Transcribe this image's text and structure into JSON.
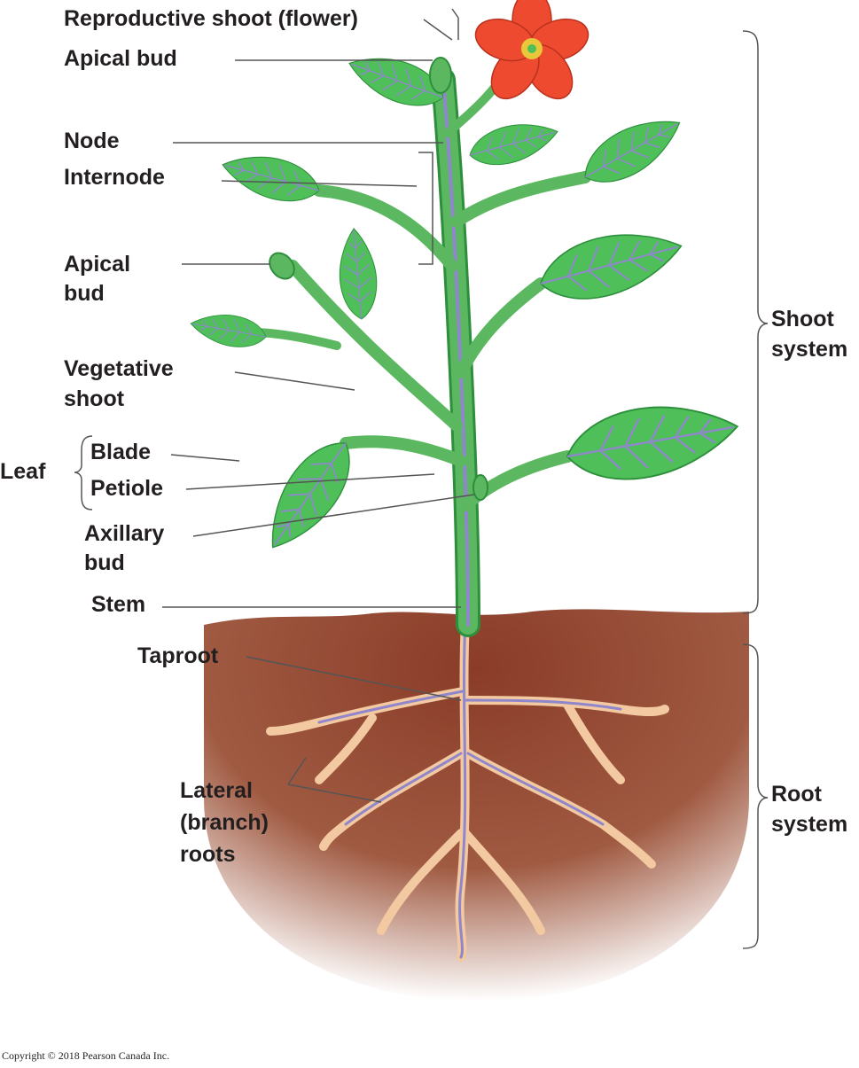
{
  "labels": {
    "reproductive_shoot": "Reproductive shoot (flower)",
    "apical_bud_top": "Apical bud",
    "node": "Node",
    "internode": "Internode",
    "apical_bud_side_line1": "Apical",
    "apical_bud_side_line2": "bud",
    "vegetative_shoot_line1": "Vegetative",
    "vegetative_shoot_line2": "shoot",
    "leaf": "Leaf",
    "blade": "Blade",
    "petiole": "Petiole",
    "axillary_bud_line1": "Axillary",
    "axillary_bud_line2": "bud",
    "stem": "Stem",
    "taproot": "Taproot",
    "lateral_roots_line1": "Lateral",
    "lateral_roots_line2": "(branch)",
    "lateral_roots_line3": "roots",
    "shoot_system_line1": "Shoot",
    "shoot_system_line2": "system",
    "root_system_line1": "Root",
    "root_system_line2": "system"
  },
  "copyright": "Copyright © 2018 Pearson Canada Inc.",
  "colors": {
    "leaf": "#4fbf5a",
    "leaf_edge": "#2d8f3c",
    "vein": "#8f86cc",
    "stem": "#5cb860",
    "flower": "#ee4a30",
    "soil": "#8a3c28",
    "root": "#f2c9a0",
    "root_vein": "#8f86cc",
    "leader_line": "#555555",
    "text": "#231f20"
  }
}
